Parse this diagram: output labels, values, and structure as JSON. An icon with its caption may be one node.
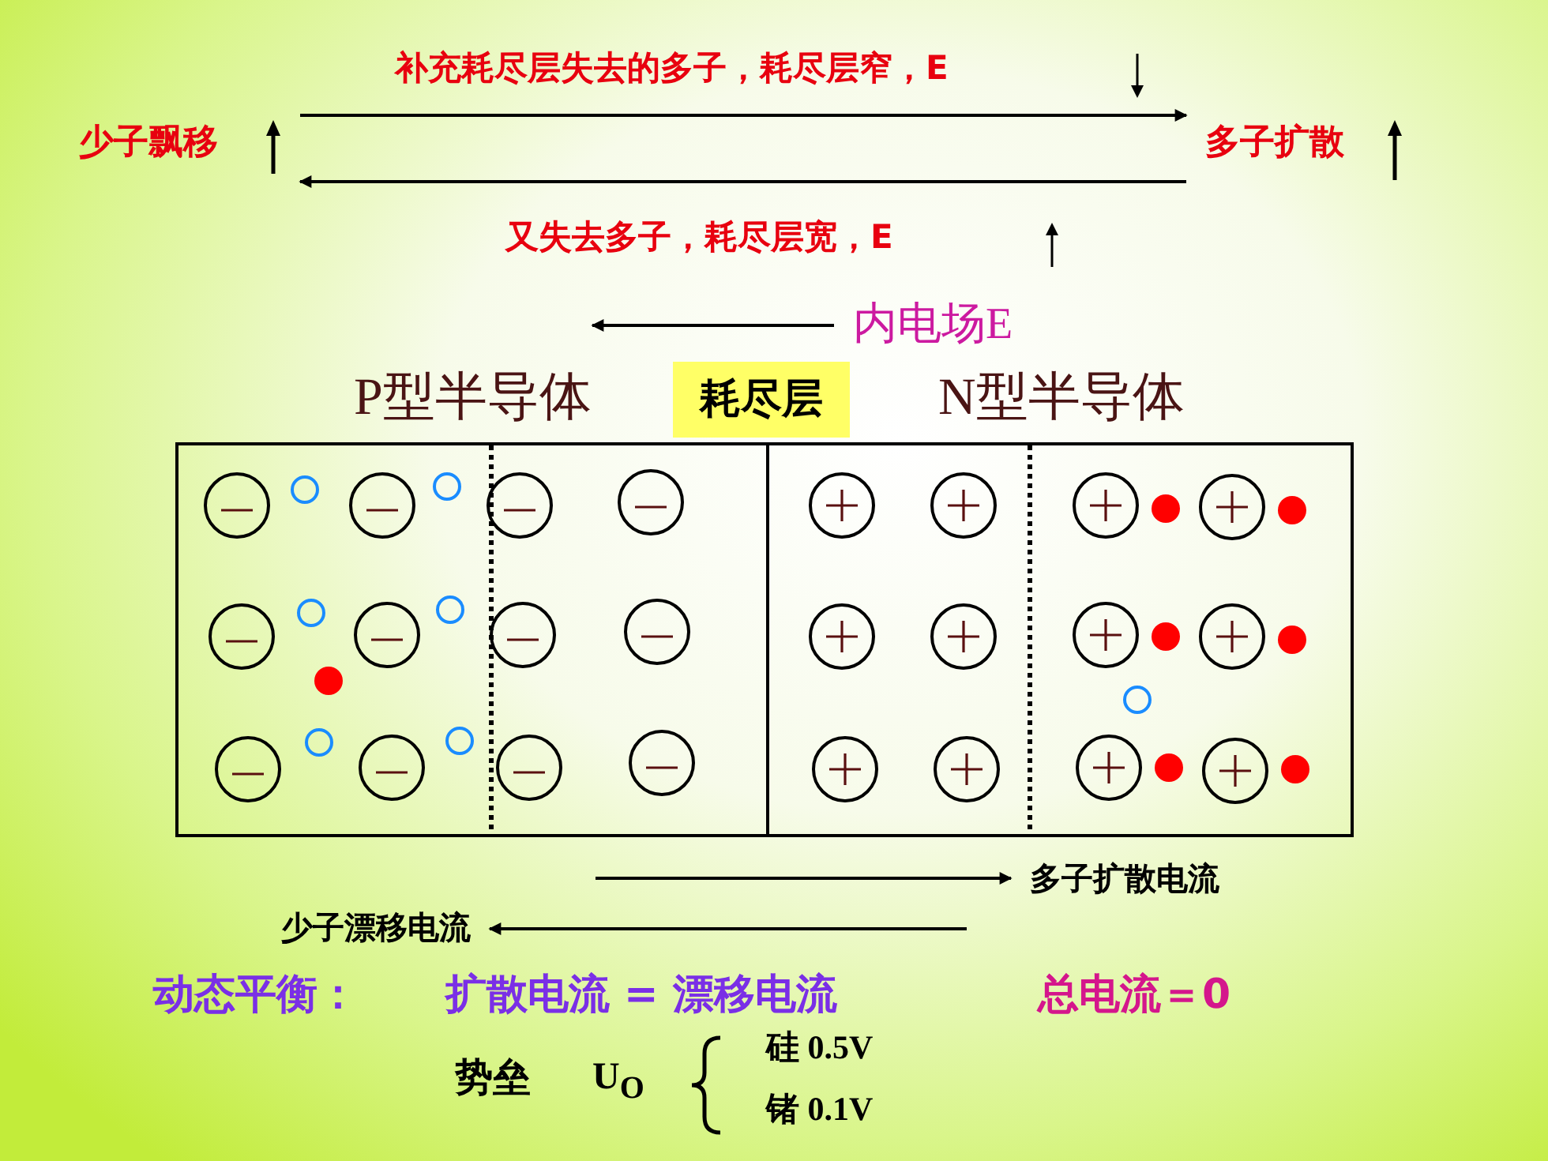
{
  "diagram": {
    "nodes": [
      {
        "text": [
          "少子飘移"
        ]
      },
      {
        "text": [
          "多子扩散"
        ]
      },
      {
        "text": [
          "内电场E"
        ]
      },
      {
        "text": [
          "P型半导体"
        ]
      },
      {
        "text": [
          "耗尽层"
        ]
      },
      {
        "text": [
          "N型半导体"
        ]
      },
      {
        "text": [
          "多子扩散电流"
        ]
      },
      {
        "text": [
          "少子漂移电流"
        ]
      }
    ],
    "edges": [
      {
        "from": 0,
        "to": 1,
        "arrow": "to",
        "label": "补充耗尽层失去的多子，耗尽层窄，E"
      },
      {
        "from": 1,
        "to": 0,
        "arrow": "to",
        "label": "又失去多子，耗尽层宽，E"
      },
      {
        "from": 2,
        "to": null,
        "arrow": "to"
      },
      {
        "from": null,
        "to": 6,
        "arrow": "to"
      },
      {
        "from": null,
        "to": 7,
        "arrow": "to"
      }
    ],
    "labels": [
      "动态平衡：",
      "扩散电流 = 漂移电流",
      "总电流＝0",
      "势垒",
      "U$_{O}$",
      "硅 0.5V",
      "锗 0.1V"
    ]
  }
}
